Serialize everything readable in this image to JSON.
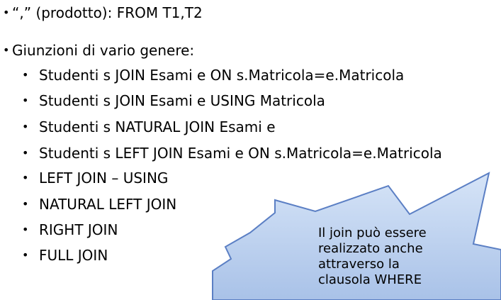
{
  "colors": {
    "text": "#000000",
    "burst_fill_top": "#cfe0f6",
    "burst_fill_bottom": "#9db8e3",
    "burst_stroke": "#4472c4"
  },
  "items": [
    {
      "bullet": "•",
      "text": "“,” (prodotto): FROM T1,T2"
    },
    {
      "bullet": "•",
      "text": "Giunzioni di vario genere:"
    },
    {
      "bullet": "•",
      "text": "Studenti s JOIN Esami e ON s.Matricola=e.Matricola"
    },
    {
      "bullet": "•",
      "text": "Studenti s JOIN Esami e USING Matricola"
    },
    {
      "bullet": "•",
      "text": "Studenti s NATURAL JOIN Esami e"
    },
    {
      "bullet": "•",
      "text": "Studenti s LEFT JOIN Esami e ON s.Matricola=e.Matricola"
    },
    {
      "bullet": "•",
      "text": "LEFT JOIN – USING"
    },
    {
      "bullet": "•",
      "text": "NATURAL LEFT JOIN"
    },
    {
      "bullet": "•",
      "text": "RIGHT JOIN"
    },
    {
      "bullet": "•",
      "text": "FULL JOIN"
    }
  ],
  "callout": {
    "lines": [
      "Il join può essere",
      "realizzato anche",
      "attraverso la",
      "clausola WHERE"
    ]
  }
}
